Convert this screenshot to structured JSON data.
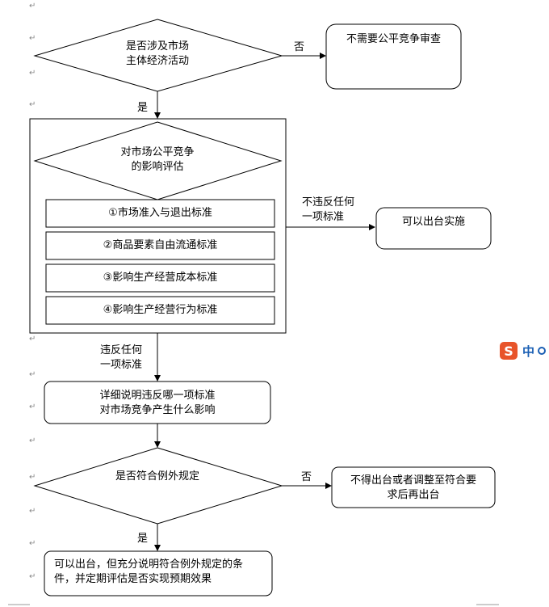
{
  "flowchart": {
    "decision1": {
      "line1": "是否涉及市场",
      "line2": "主体经济活动"
    },
    "no_review": "不需要公平竞争审查",
    "label_no_1": "否",
    "label_yes_1": "是",
    "assessment": {
      "line1": "对市场公平竞争",
      "line2": "的影响评估"
    },
    "standards": [
      "①市场准入与退出标准",
      "②商品要素自由流通标准",
      "③影响生产经营成本标准",
      "④影响生产经营行为标准"
    ],
    "no_violation_label": {
      "line1": "不违反任何",
      "line2": "一项标准"
    },
    "can_implement": "可以出台实施",
    "violation_label": {
      "line1": "违反任何",
      "line2": "一项标准"
    },
    "explain": {
      "line1": "详细说明违反哪一项标准",
      "line2": "对市场竞争产生什么影响"
    },
    "decision2": "是否符合例外规定",
    "label_no_2": "否",
    "cannot_issue": {
      "line1": "不得出台或者调整至符合要",
      "line2": "求后再出台"
    },
    "label_yes_2": "是",
    "final": {
      "line1": "可以出台，但充分说明符合例外规定的条",
      "line2": "件，并定期评估是否实现预期效果"
    }
  },
  "ime": {
    "logo": "S",
    "text": "中"
  },
  "paragraph_mark": "↵"
}
